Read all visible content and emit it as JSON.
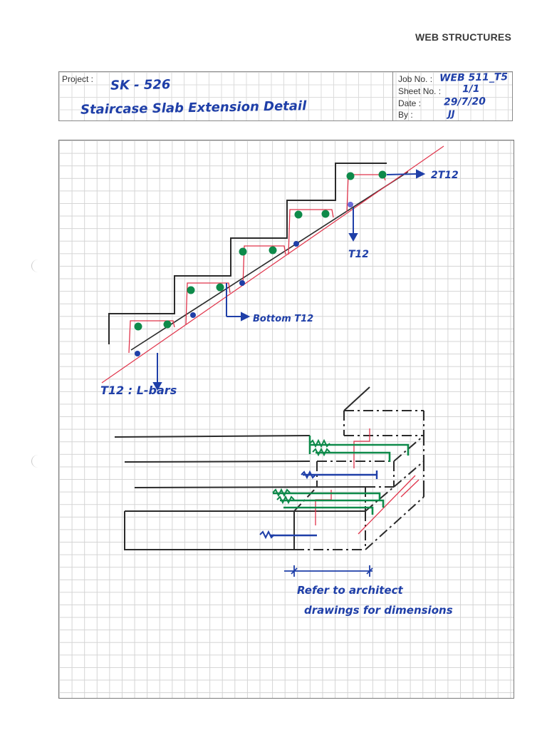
{
  "header": {
    "company": "WEB STRUCTURES"
  },
  "title_block": {
    "project_label": "Project :",
    "project_value": "SK - 526",
    "description": "Staircase Slab Extension Detail",
    "job_no_label": "Job No. :",
    "job_no_value": "WEB 511_T5",
    "sheet_no_label": "Sheet No. :",
    "sheet_no_value": "1/1",
    "date_label": "Date :",
    "date_value": "29/7/20",
    "by_label": "By :",
    "by_value": "JJ"
  },
  "section_detail": {
    "labels": {
      "top_bars": "2T12",
      "slab_bar": "T12",
      "bottom_bar": "Bottom T12",
      "l_bars": "T12 : L-bars"
    }
  },
  "isometric_detail": {
    "dimension_note_line1": "Refer to architect",
    "dimension_note_line2": "drawings for dimensions"
  },
  "colors": {
    "ink_blue": "#1f3fa8",
    "rebar_green": "#0e8a4a",
    "link_red": "#e0344b",
    "concrete_black": "#2b2b2b",
    "grid": "#d4d4d4"
  }
}
